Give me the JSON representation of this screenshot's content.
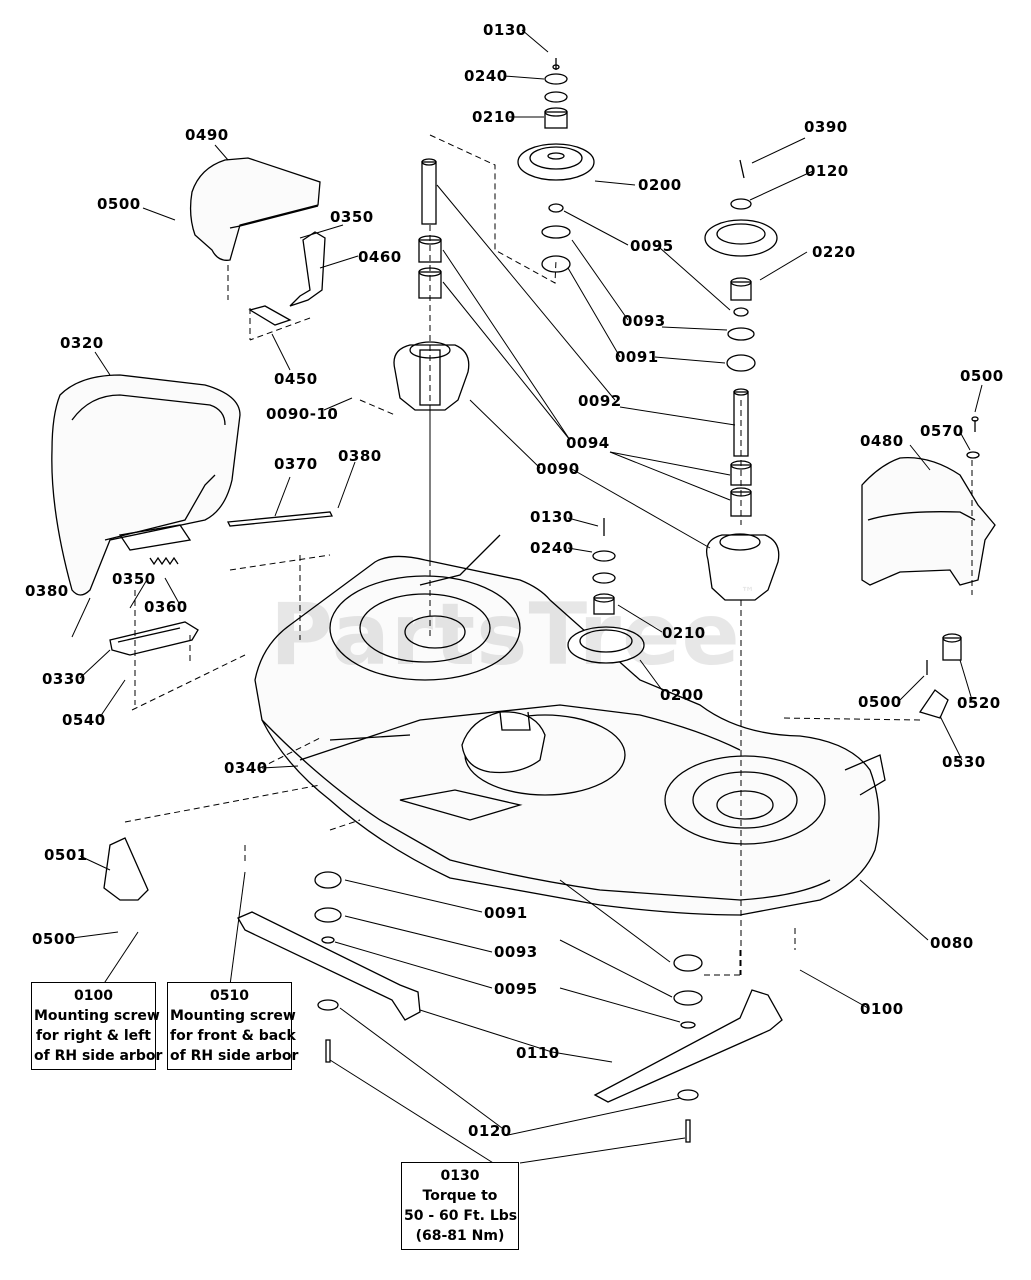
{
  "watermark": "PartsTree",
  "labels": {
    "l0130a": "0130",
    "l0240a": "0240",
    "l0210a": "0210",
    "l0200a": "0200",
    "l0095a": "0095",
    "l0093a": "0093",
    "l0091a": "0091",
    "l0092": "0092",
    "l0094": "0094",
    "l0090": "0090",
    "l0090_10": "0090-10",
    "l0390": "0390",
    "l0120a": "0120",
    "l0220": "0220",
    "l0490": "0490",
    "l0500a": "0500",
    "l0350a": "0350",
    "l0460": "0460",
    "l0450": "0450",
    "l0320": "0320",
    "l0370": "0370",
    "l0380a": "0380",
    "l0380b": "0380",
    "l0350b": "0350",
    "l0360": "0360",
    "l0330": "0330",
    "l0540": "0540",
    "l0500b": "0500",
    "l0570": "0570",
    "l0480": "0480",
    "l0130b": "0130",
    "l0240b": "0240",
    "l0210b": "0210",
    "l0200b": "0200",
    "l0500c": "0500",
    "l0520": "0520",
    "l0530": "0530",
    "l0340": "0340",
    "l0501": "0501",
    "l0500d": "0500",
    "l0091b": "0091",
    "l0093b": "0093",
    "l0095b": "0095",
    "l0080": "0080",
    "l0100": "0100",
    "l0110": "0110",
    "l0120b": "0120"
  },
  "notes": {
    "n0100": [
      "0100",
      "Mounting screw",
      "for right & left",
      "of RH side arbor"
    ],
    "n0510": [
      "0510",
      "Mounting screw",
      "for front & back",
      "of RH side arbor"
    ],
    "n0130": [
      "0130",
      "Torque to",
      "50 - 60 Ft. Lbs",
      "(68-81 Nm)"
    ]
  }
}
